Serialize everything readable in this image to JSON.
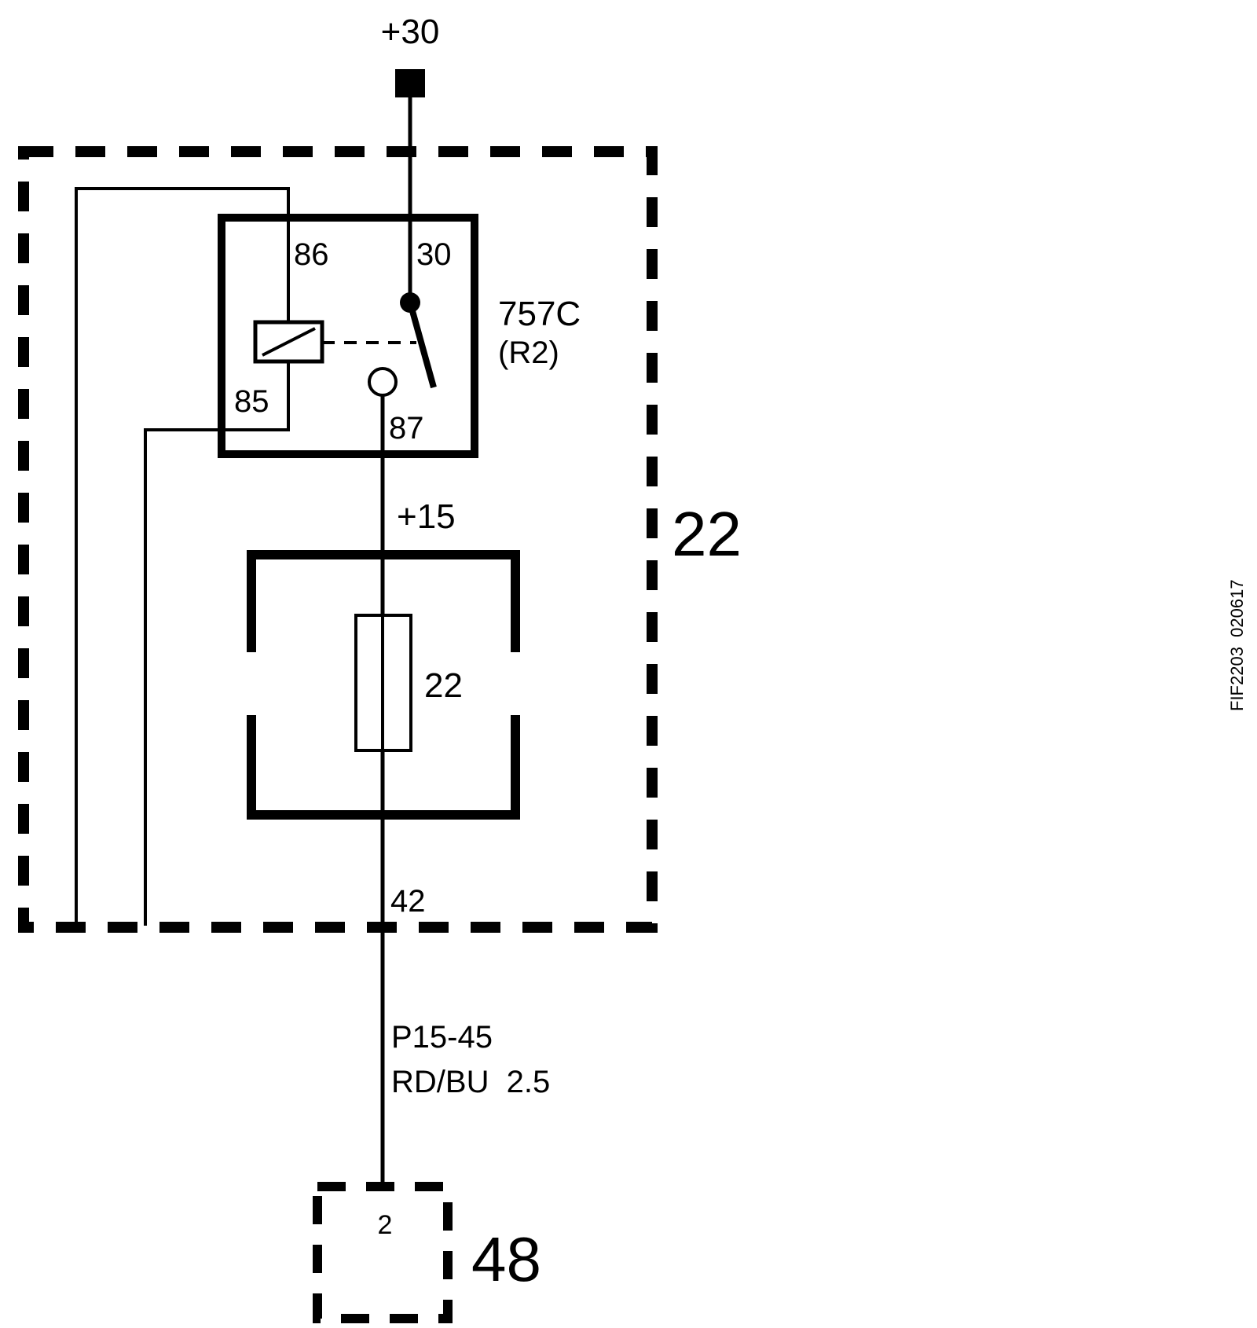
{
  "labels": {
    "supply_30": "+30",
    "pin_86": "86",
    "pin_30": "30",
    "pin_85": "85",
    "pin_87": "87",
    "relay_name": "757C",
    "relay_code": "(R2)",
    "supply_15": "+15",
    "box_22": "22",
    "fuse_22": "22",
    "pin_42": "42",
    "wire_code": "P15-45",
    "wire_spec": "RD/BU  2.5",
    "connector_pin": "2",
    "connector_48": "48",
    "figure_id": "FIF2203  020617"
  }
}
